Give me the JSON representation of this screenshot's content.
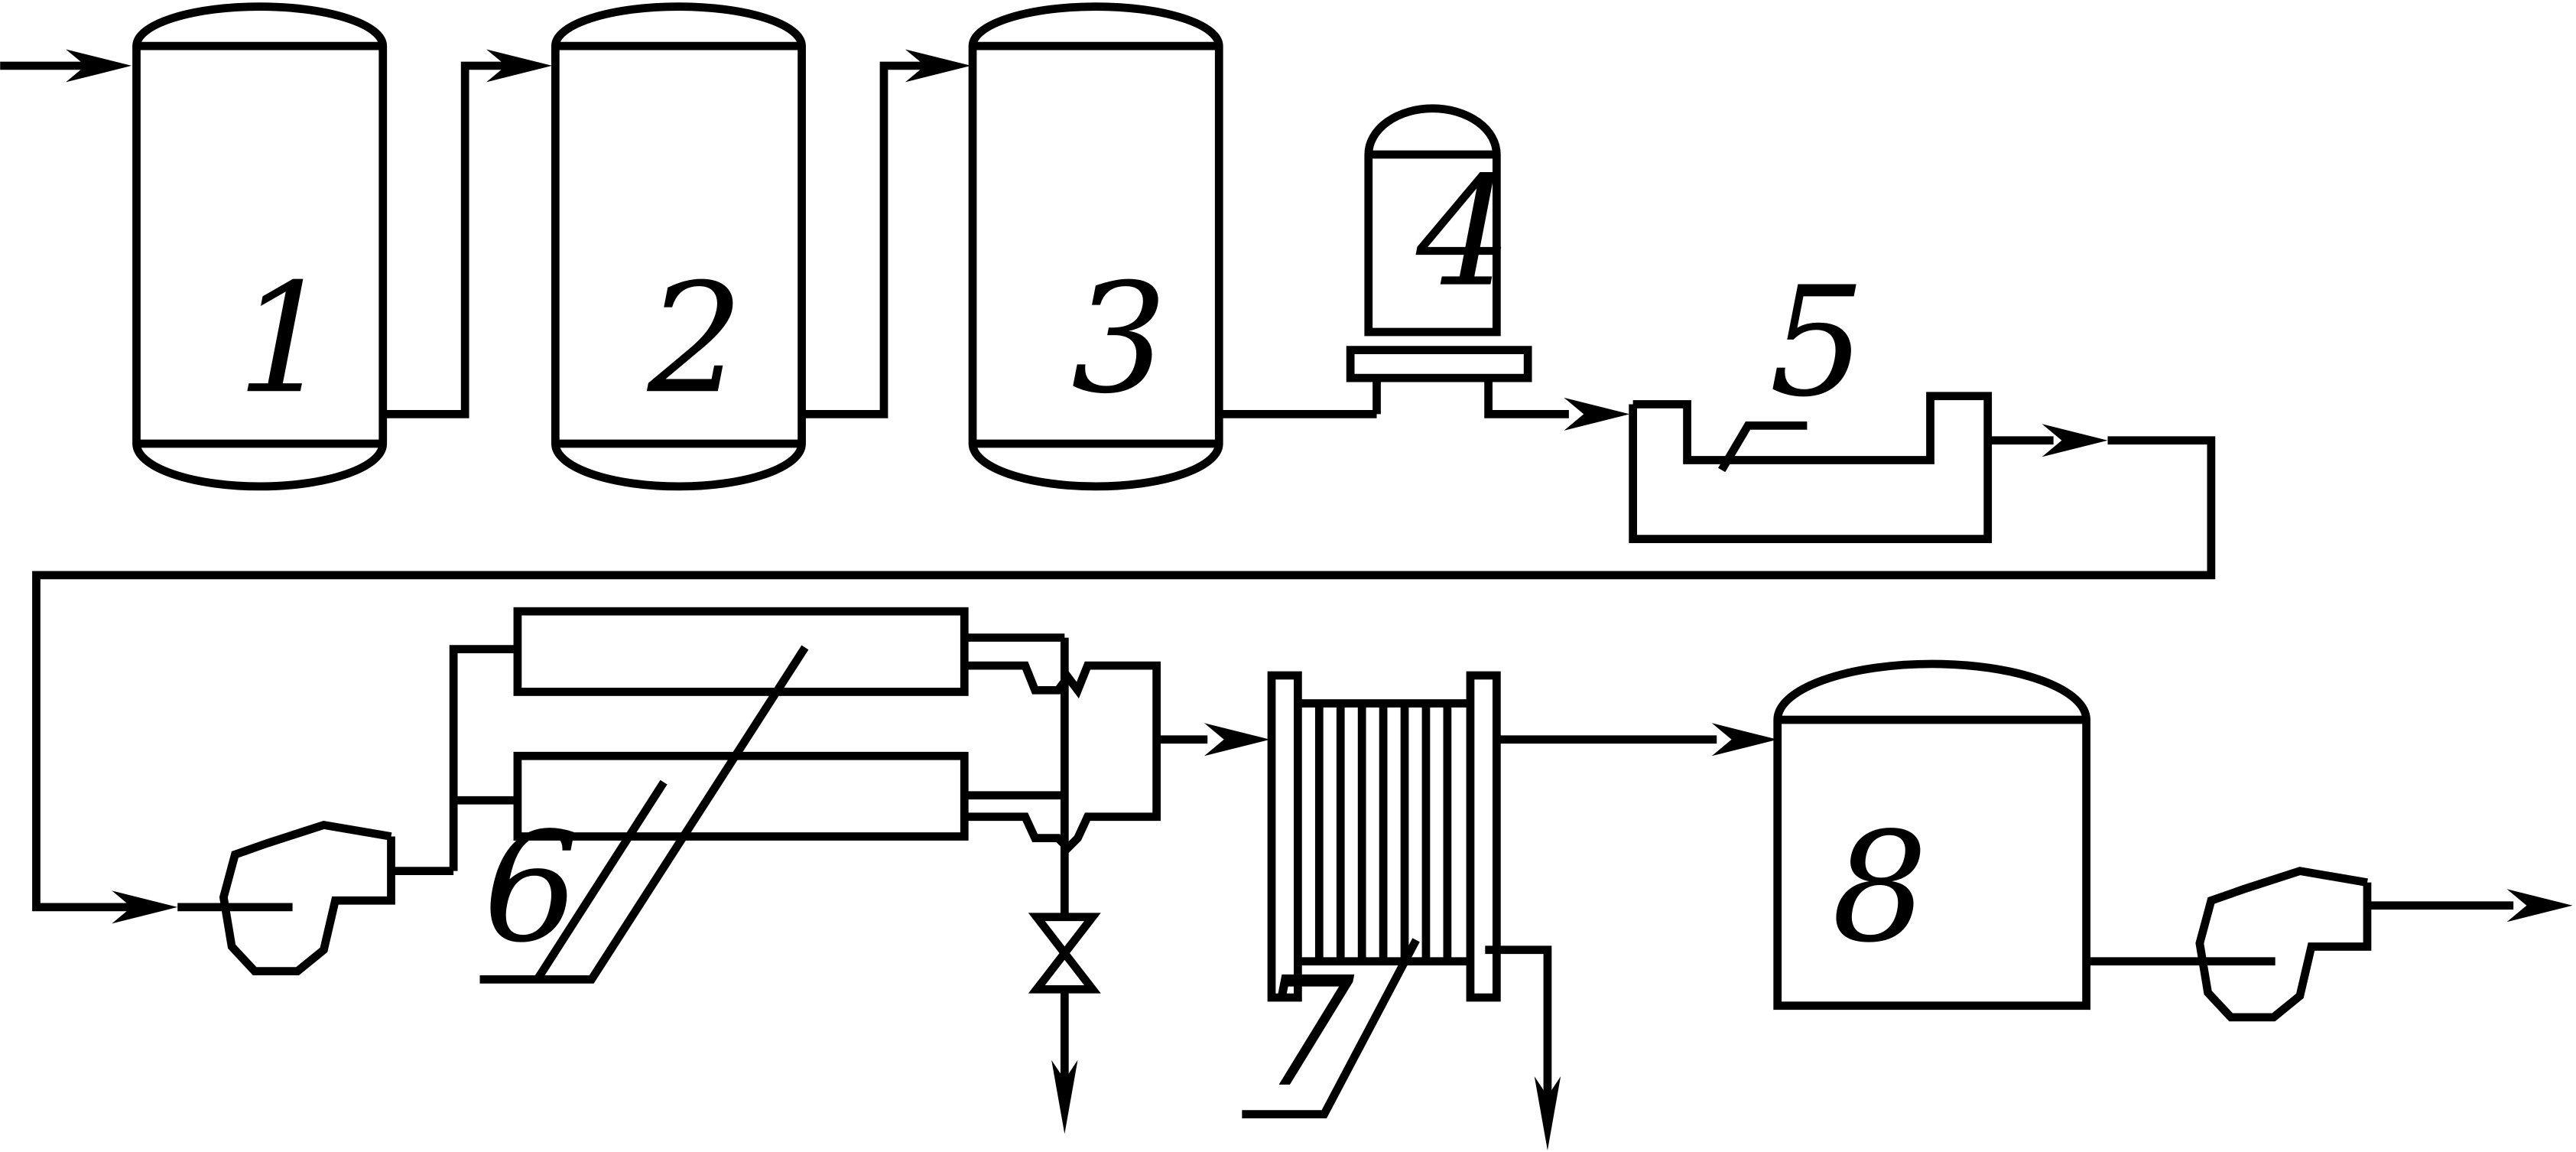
{
  "diagram": {
    "labels": {
      "n1": "1",
      "n2": "2",
      "n3": "3",
      "n4": "4",
      "n5": "5",
      "n6": "6",
      "n7": "7",
      "n8": "8"
    }
  },
  "colors": {
    "line": "#000000",
    "background": "#ffffff"
  }
}
